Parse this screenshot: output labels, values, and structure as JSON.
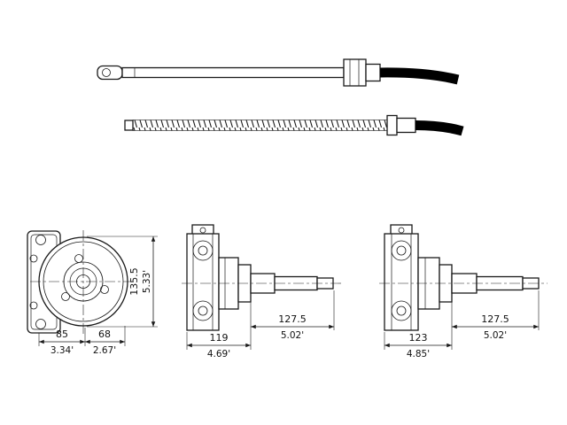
{
  "drawing": {
    "type": "technical-diagram",
    "subject": "boat steering cable and helm unit with dual mm/inch dimensions",
    "line_color": "#1a1a1a",
    "background": "#ffffff"
  },
  "views": {
    "front": {
      "height": {
        "mm": "135.5",
        "in": "5.33'"
      },
      "width_left": {
        "mm": "85",
        "in": "3.34'"
      },
      "width_right": {
        "mm": "68",
        "in": "2.67'"
      }
    },
    "side_a": {
      "body": {
        "mm": "119",
        "in": "4.69'"
      },
      "shaft": {
        "mm": "127.5",
        "in": "5.02'"
      }
    },
    "side_b": {
      "body": {
        "mm": "123",
        "in": "4.85'"
      },
      "shaft": {
        "mm": "127.5",
        "in": "5.02'"
      }
    }
  }
}
